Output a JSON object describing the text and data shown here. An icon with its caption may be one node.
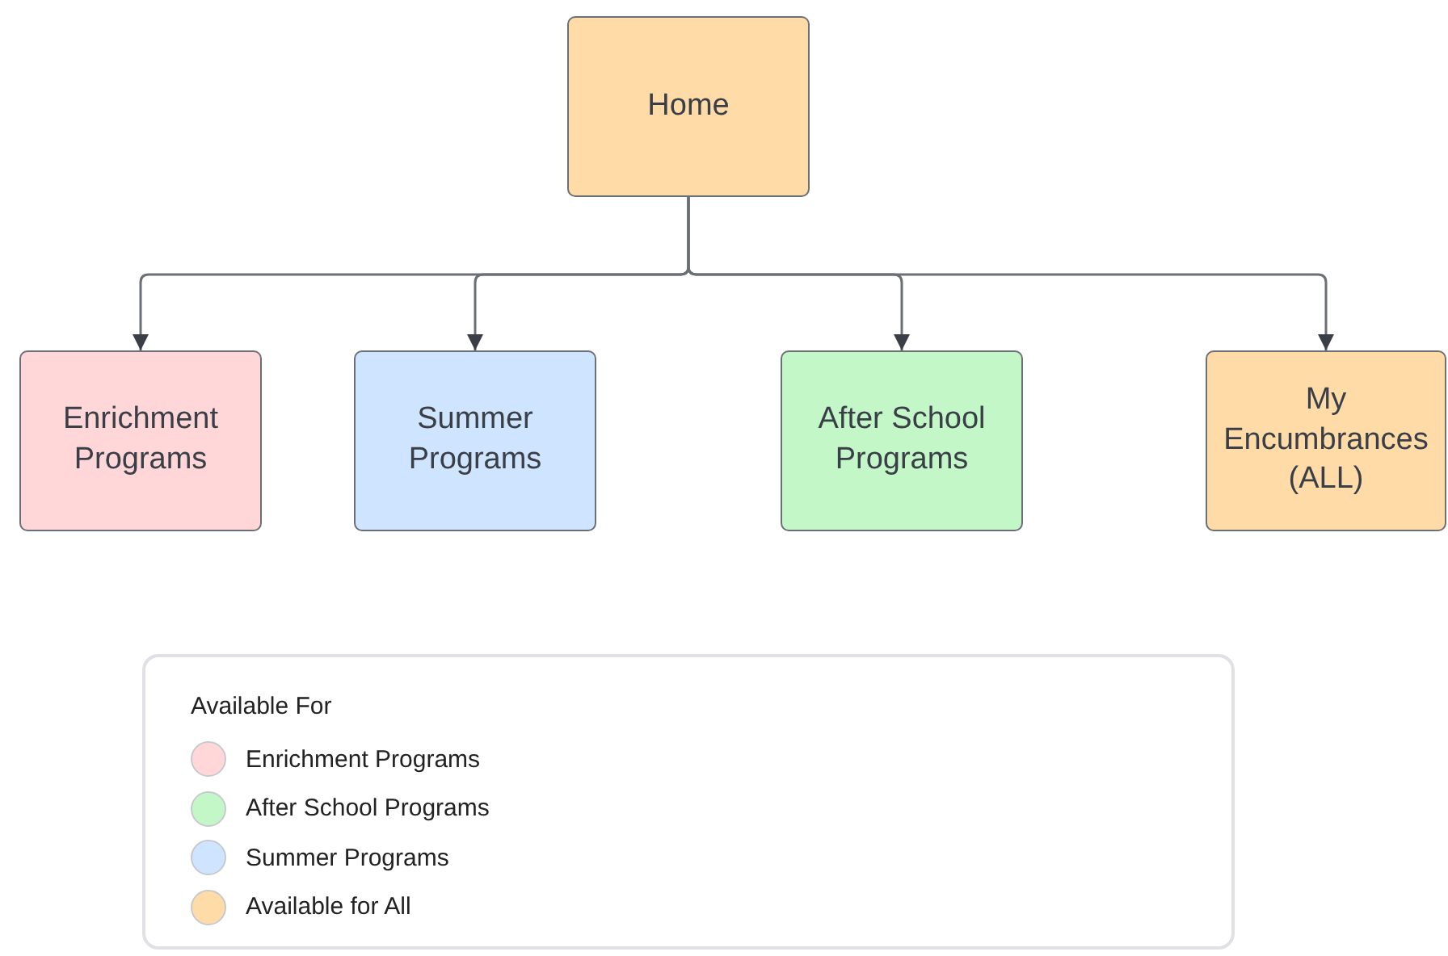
{
  "diagram": {
    "nodes": [
      {
        "text": [
          "Home"
        ]
      },
      {
        "text": [
          "Enrichment Programs"
        ]
      },
      {
        "text": [
          "Summer Programs"
        ]
      },
      {
        "text": [
          "After School Programs"
        ]
      },
      {
        "text": [
          "My Encumbrances (ALL)"
        ]
      }
    ],
    "edges": [
      {
        "from": 0,
        "to": 1,
        "arrow": "to"
      },
      {
        "from": 0,
        "to": 2,
        "arrow": "to"
      },
      {
        "from": 0,
        "to": 3,
        "arrow": "to"
      },
      {
        "from": 0,
        "to": 4,
        "arrow": "to"
      }
    ],
    "labels": [
      "Available For"
    ],
    "legend": [
      {
        "text": "Enrichment Programs",
        "color": "#ffd7d9"
      },
      {
        "text": "After School Programs",
        "color": "#c3f7c8"
      },
      {
        "text": "Summer Programs",
        "color": "#cfe4ff"
      },
      {
        "text": "Available for All",
        "color": "#fedba7"
      }
    ]
  }
}
